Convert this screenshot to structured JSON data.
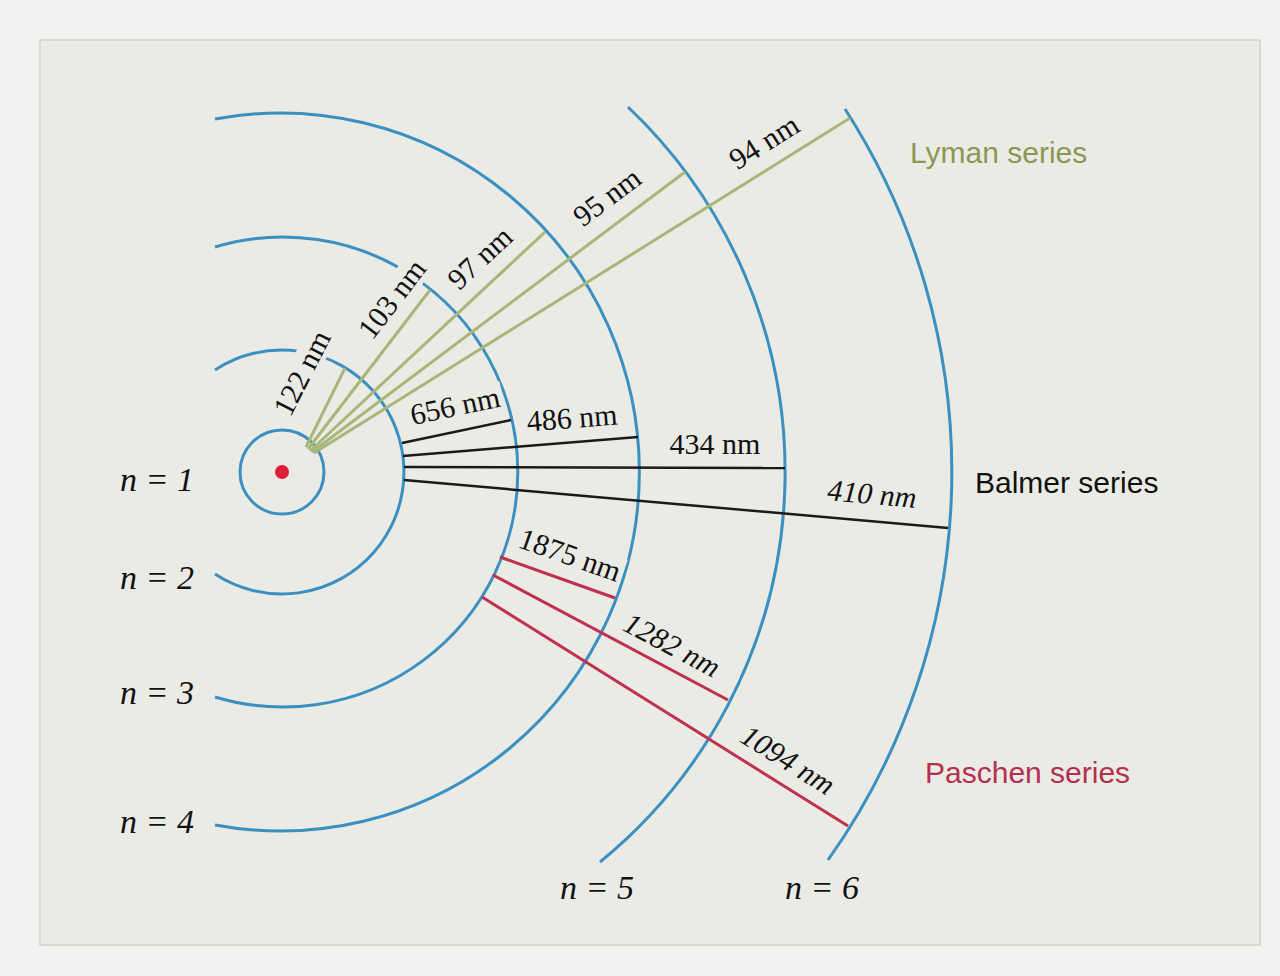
{
  "diagram": {
    "labels": [
      "Lyman series",
      "122 nm",
      "103 nm",
      "97 nm",
      "95 nm",
      "94 nm",
      "656 nm",
      "486 nm",
      "434 nm",
      "410 nm",
      "Balmer series",
      "1875 nm",
      "1282 nm",
      "1094 nm",
      "Paschen series",
      "n = 1",
      "n = 2",
      "n = 3",
      "n = 4",
      "n = 5",
      "n = 6"
    ]
  }
}
